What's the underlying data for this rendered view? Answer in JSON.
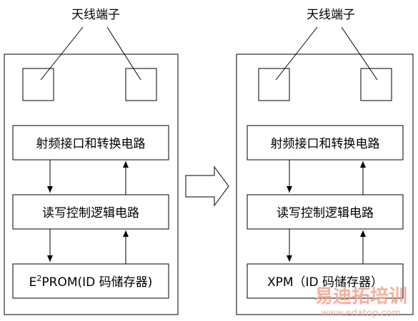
{
  "left": {
    "antenna_label": "天线端子",
    "rf_label": "射频接口和转换电路",
    "rw_label": "读写控制逻辑电路",
    "mem_label_prefix": "E",
    "mem_label_sup": "2",
    "mem_label_rest": "PROM(ID 码储存器)"
  },
  "right": {
    "antenna_label": "天线端子",
    "rf_label": "射频接口和转换电路",
    "rw_label": "读写控制逻辑电路",
    "mem_label": "XPM（ID 码储存器）"
  },
  "watermark": {
    "text": "易迪拓培训",
    "url": "www.edatop.com"
  }
}
